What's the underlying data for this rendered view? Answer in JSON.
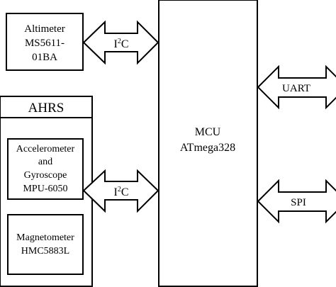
{
  "diagram": {
    "altimeter": {
      "line1": "Altimeter",
      "line2": "MS5611-",
      "line3": "01BA"
    },
    "ahrs": {
      "title": "AHRS",
      "accel": {
        "line1": "Accelerometer",
        "line2": "and",
        "line3": "Gyroscope",
        "line4": "MPU-6050"
      },
      "mag": {
        "line1": "Magnetometer",
        "line2": "HMC5883L"
      }
    },
    "mcu": {
      "line1": "MCU",
      "line2": "ATmega328"
    },
    "links": {
      "i2c_top": {
        "base": "I",
        "sup": "2",
        "tail": "C"
      },
      "i2c_bottom": {
        "base": "I",
        "sup": "2",
        "tail": "C"
      },
      "uart": "UART",
      "spi": "SPI"
    }
  }
}
